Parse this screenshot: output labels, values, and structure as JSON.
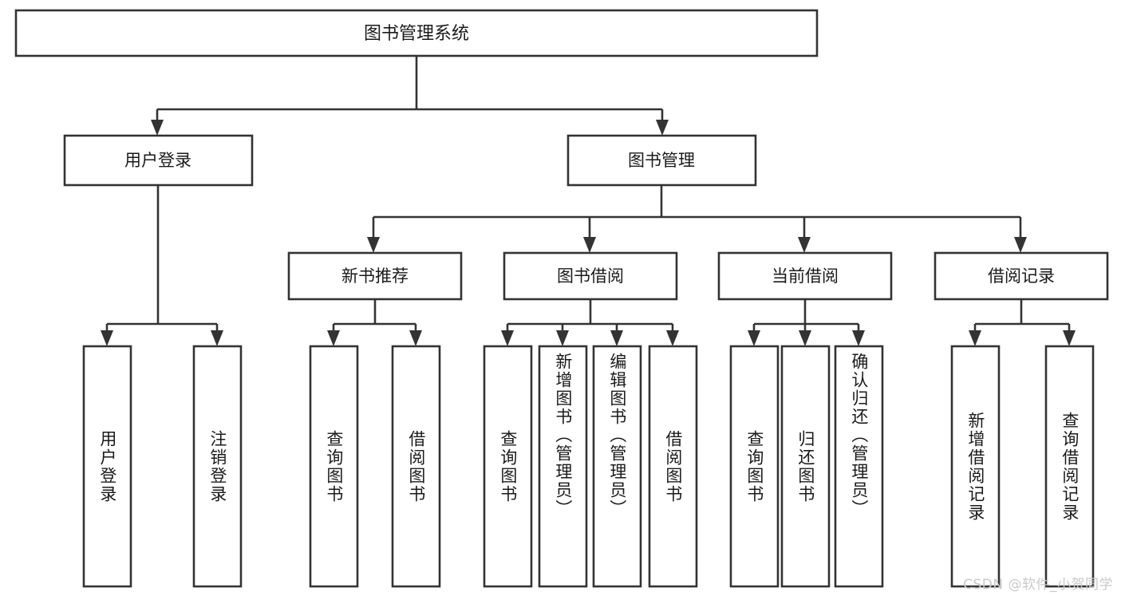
{
  "diagram": {
    "type": "tree-hierarchy",
    "title": "图书管理系统",
    "watermark": "CSDN @软件_小贺同学",
    "colors": {
      "stroke": "#333333",
      "fill": "#ffffff",
      "text": "#1a1a1a",
      "watermark": "#c9c9c9"
    },
    "root": {
      "label": "图书管理系统"
    },
    "level2": [
      {
        "label": "用户登录"
      },
      {
        "label": "图书管理"
      }
    ],
    "level3": [
      {
        "label": "新书推荐"
      },
      {
        "label": "图书借阅"
      },
      {
        "label": "当前借阅"
      },
      {
        "label": "借阅记录"
      }
    ],
    "leaves": {
      "user_login": [
        {
          "label": "用户登录"
        },
        {
          "label": "注销登录"
        }
      ],
      "new_book": [
        {
          "label": "查询图书"
        },
        {
          "label": "借阅图书"
        }
      ],
      "book_borrow": [
        {
          "label": "查询图书"
        },
        {
          "label": "新增图书（管理员）"
        },
        {
          "label": "编辑图书（管理员）"
        },
        {
          "label": "借阅图书"
        }
      ],
      "current_borrow": [
        {
          "label": "查询图书"
        },
        {
          "label": "归还图书"
        },
        {
          "label": "确认归还（管理员）"
        }
      ],
      "borrow_record": [
        {
          "label": "新增借阅记录"
        },
        {
          "label": "查询借阅记录"
        }
      ]
    }
  }
}
